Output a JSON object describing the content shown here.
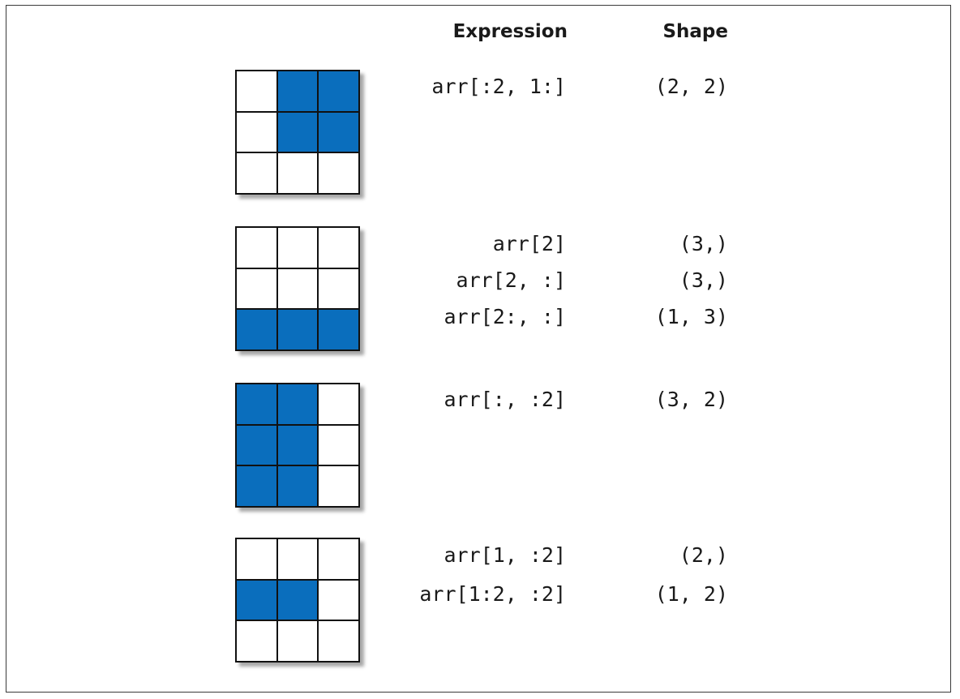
{
  "headers": {
    "expression": "Expression",
    "shape": "Shape"
  },
  "colors": {
    "selected": "#0a6ebd",
    "unselected": "#ffffff",
    "border": "#111111"
  },
  "panels": [
    {
      "cells": [
        [
          0,
          1,
          1
        ],
        [
          0,
          1,
          1
        ],
        [
          0,
          0,
          0
        ]
      ],
      "rows": [
        {
          "expression": "arr[:2, 1:]",
          "shape": "(2, 2)"
        }
      ]
    },
    {
      "cells": [
        [
          0,
          0,
          0
        ],
        [
          0,
          0,
          0
        ],
        [
          1,
          1,
          1
        ]
      ],
      "rows": [
        {
          "expression": "arr[2]",
          "shape": "(3,)"
        },
        {
          "expression": "arr[2, :]",
          "shape": "(3,)"
        },
        {
          "expression": "arr[2:, :]",
          "shape": "(1, 3)"
        }
      ]
    },
    {
      "cells": [
        [
          1,
          1,
          0
        ],
        [
          1,
          1,
          0
        ],
        [
          1,
          1,
          0
        ]
      ],
      "rows": [
        {
          "expression": "arr[:, :2]",
          "shape": "(3, 2)"
        }
      ]
    },
    {
      "cells": [
        [
          0,
          0,
          0
        ],
        [
          1,
          1,
          0
        ],
        [
          0,
          0,
          0
        ]
      ],
      "rows": [
        {
          "expression": "arr[1, :2]",
          "shape": "(2,)"
        },
        {
          "expression": "arr[1:2, :2]",
          "shape": "(1, 2)"
        }
      ]
    }
  ]
}
